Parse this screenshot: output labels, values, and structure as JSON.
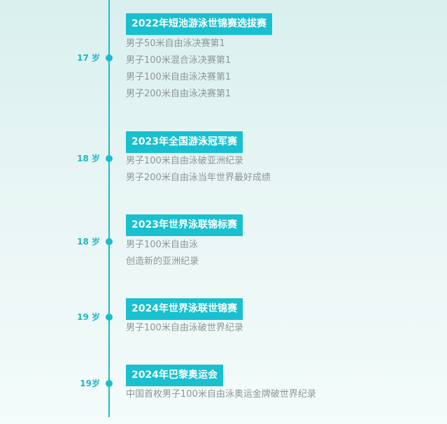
{
  "timeline": {
    "entries": [
      {
        "age": "17 岁",
        "title": "2022年短池游泳世锦赛选拔赛",
        "items": [
          "男子50米自由泳决赛第1",
          "男子100米混合泳决赛第1",
          "男子100米自由泳决赛第1",
          "男子200米自由泳决赛第1"
        ]
      },
      {
        "age": "18 岁",
        "title": "2023年全国游泳冠军赛",
        "items": [
          "男子100米自由泳破亚洲纪录",
          "男子200米自由泳当年世界最好成绩"
        ]
      },
      {
        "age": "18 岁",
        "title": "2023年世界泳联锦标赛",
        "items": [
          "男子100米自由泳",
          "创造新的亚洲纪录"
        ]
      },
      {
        "age": "19 岁",
        "title": "2024年世界泳联世锦赛",
        "items": [
          "男子100米自由泳破世界纪录"
        ]
      },
      {
        "age": "19岁",
        "title": "2024年巴黎奥运会",
        "items": [
          "中国首枚男子100米自由泳奥运金牌破世界纪录"
        ]
      }
    ]
  },
  "colors": {
    "accent": "#18c0d0",
    "age_text": "#1fb7c8",
    "item_text": "#8d9697",
    "background_top": "#d9f0ee",
    "background_bottom": "#f4fbfb"
  }
}
